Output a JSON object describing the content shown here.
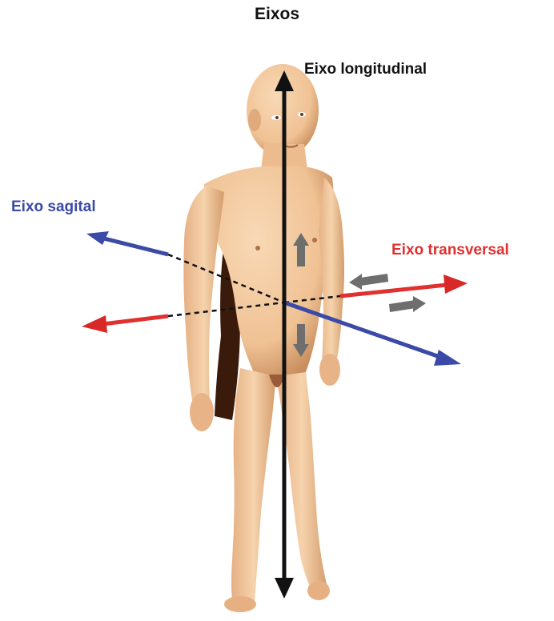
{
  "title": "Eixos",
  "axes": {
    "longitudinal": {
      "label": "Eixo longitudinal",
      "color": "#111111"
    },
    "sagital": {
      "label": "Eixo sagital",
      "color": "#3a4aa6"
    },
    "transversal": {
      "label": "Eixo transversal",
      "color": "#e03030"
    }
  },
  "figure": {
    "skin": "#f2c79e",
    "shadow": "#c98e5f",
    "dark_side": "#3a1a0a"
  },
  "motion_arrows_color": "#6e6e6e"
}
